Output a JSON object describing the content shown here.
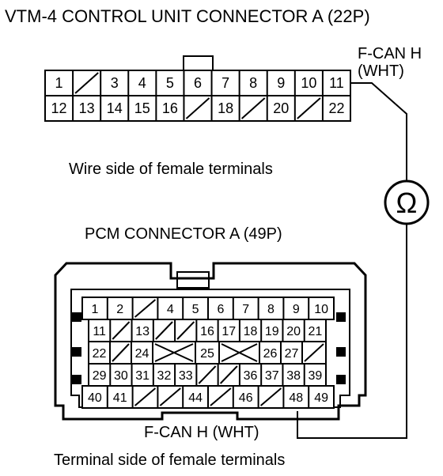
{
  "title": "VTM-4 CONTROL UNIT CONNECTOR A (22P)",
  "vtm_connector": {
    "row1": [
      "1",
      "",
      "3",
      "4",
      "5",
      "6",
      "7",
      "8",
      "9",
      "10",
      "11"
    ],
    "row2": [
      "12",
      "13",
      "14",
      "15",
      "16",
      "",
      "18",
      "",
      "20",
      "",
      "22"
    ],
    "caption": "Wire side of female terminals"
  },
  "right_label": {
    "line1": "F-CAN H",
    "line2": "(WHT)"
  },
  "ohmmeter_symbol": "Ω",
  "pcm_title": "PCM CONNECTOR A (49P)",
  "pcm_connector": {
    "row1": [
      "1",
      "2",
      "",
      "4",
      "5",
      "6",
      "7",
      "8",
      "9",
      "10"
    ],
    "row2": [
      "11",
      "",
      "13",
      "",
      "",
      "16",
      "17",
      "18",
      "19",
      "20",
      "21"
    ],
    "row3": [
      "22",
      "",
      "24",
      "",
      "25",
      "",
      "26",
      "27",
      ""
    ],
    "row4": [
      "29",
      "30",
      "31",
      "32",
      "33",
      "",
      "",
      "36",
      "37",
      "38",
      "39"
    ],
    "row5": [
      "40",
      "41",
      "",
      "",
      "44",
      "",
      "46",
      "",
      "48",
      "49"
    ],
    "caption": "Terminal side of female terminals"
  },
  "bottom_label": "F-CAN H (WHT)"
}
